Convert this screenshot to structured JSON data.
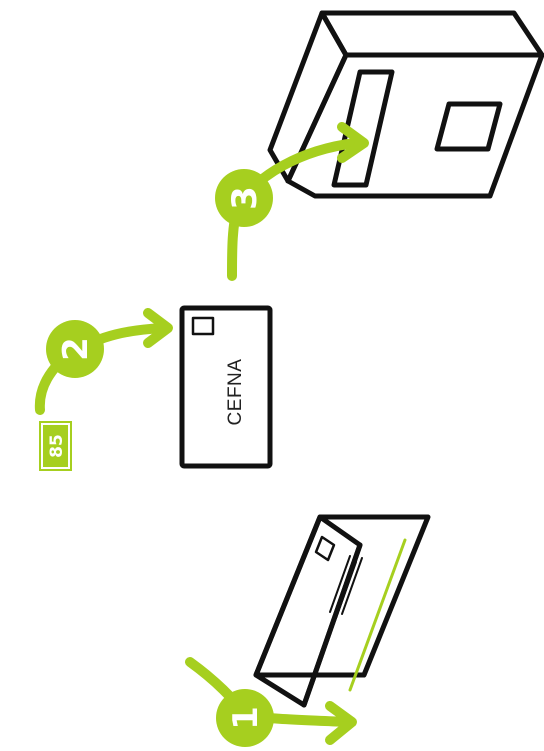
{
  "colors": {
    "accent": "#a6cf1f",
    "ink": "#111111",
    "background": "#ffffff"
  },
  "steps": [
    {
      "number": "1"
    },
    {
      "number": "2"
    },
    {
      "number": "3"
    }
  ],
  "envelope": {
    "address": "CEFNA"
  },
  "stamp": {
    "value": "85"
  },
  "icons": [
    "folded-letter-icon",
    "stamp-icon",
    "envelope-icon",
    "mailbox-icon",
    "arrow-icon"
  ]
}
